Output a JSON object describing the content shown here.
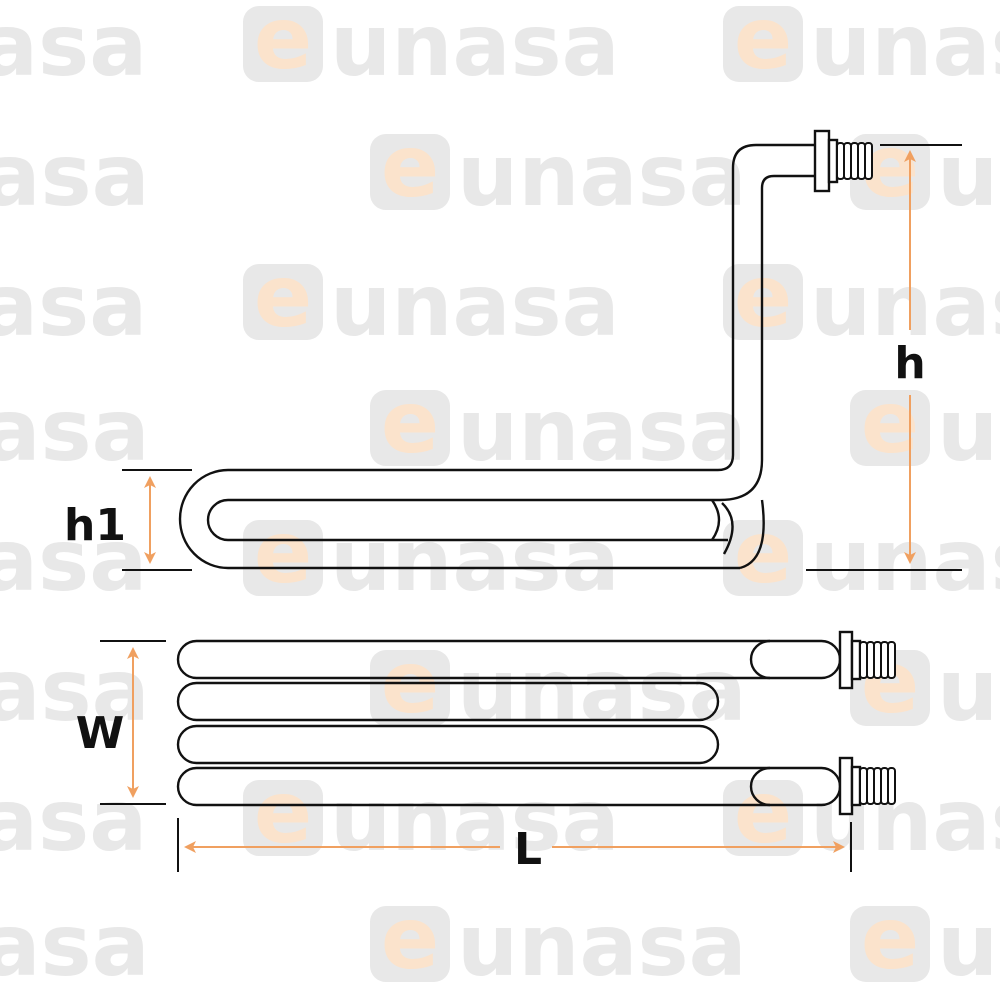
{
  "watermark": {
    "brand": "unasa",
    "brand_short": "asa",
    "brand_lead": "e",
    "brand_cut": "un",
    "color": "#e8e8e8",
    "accent_color": "#fbe3cc"
  },
  "dimensions": {
    "h": "h",
    "h1": "h1",
    "W": "W",
    "L": "L"
  },
  "colors": {
    "outline": "#111111",
    "arrow": "#f0a060"
  }
}
